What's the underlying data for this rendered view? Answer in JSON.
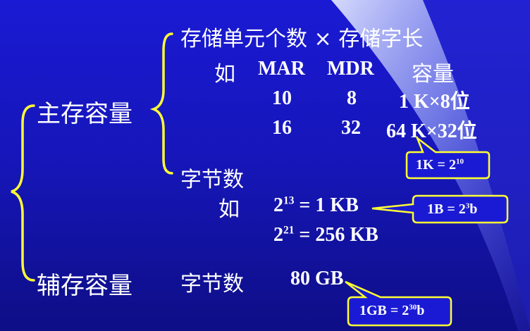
{
  "main_memory_label": "主存容量",
  "aux_memory_label": "辅存容量",
  "formula": "存储单元个数 × 存储字长",
  "example_word": "如",
  "table": {
    "headers": [
      "MAR",
      "MDR",
      "容量"
    ],
    "rows": [
      {
        "mar": "10",
        "mdr": "8",
        "capacity": "1 K×8位"
      },
      {
        "mar": "16",
        "mdr": "32",
        "capacity": "64 K×32位"
      }
    ]
  },
  "byte_count_label": "字节数",
  "byte_examples": [
    {
      "base": "2",
      "exp": "13",
      "rest": "= 1 KB"
    },
    {
      "base": "2",
      "exp": "21",
      "rest": "= 256 KB"
    }
  ],
  "aux_byte_label": "字节数",
  "aux_value": "80 GB",
  "callouts": {
    "k": {
      "lhs": "1K = 2",
      "exp": "10"
    },
    "b": {
      "lhs": "1B = 2",
      "exp": "3",
      "tail": "b"
    },
    "gb": {
      "lhs": "1GB = 2",
      "exp": "30",
      "tail": "b"
    }
  },
  "colors": {
    "background": "#1616b8",
    "text": "#ffffff",
    "brace": "#ffff33",
    "callout_fill": "#1a1ad4",
    "callout_border": "#ffff33",
    "light_beam": "#c8d0ff"
  }
}
